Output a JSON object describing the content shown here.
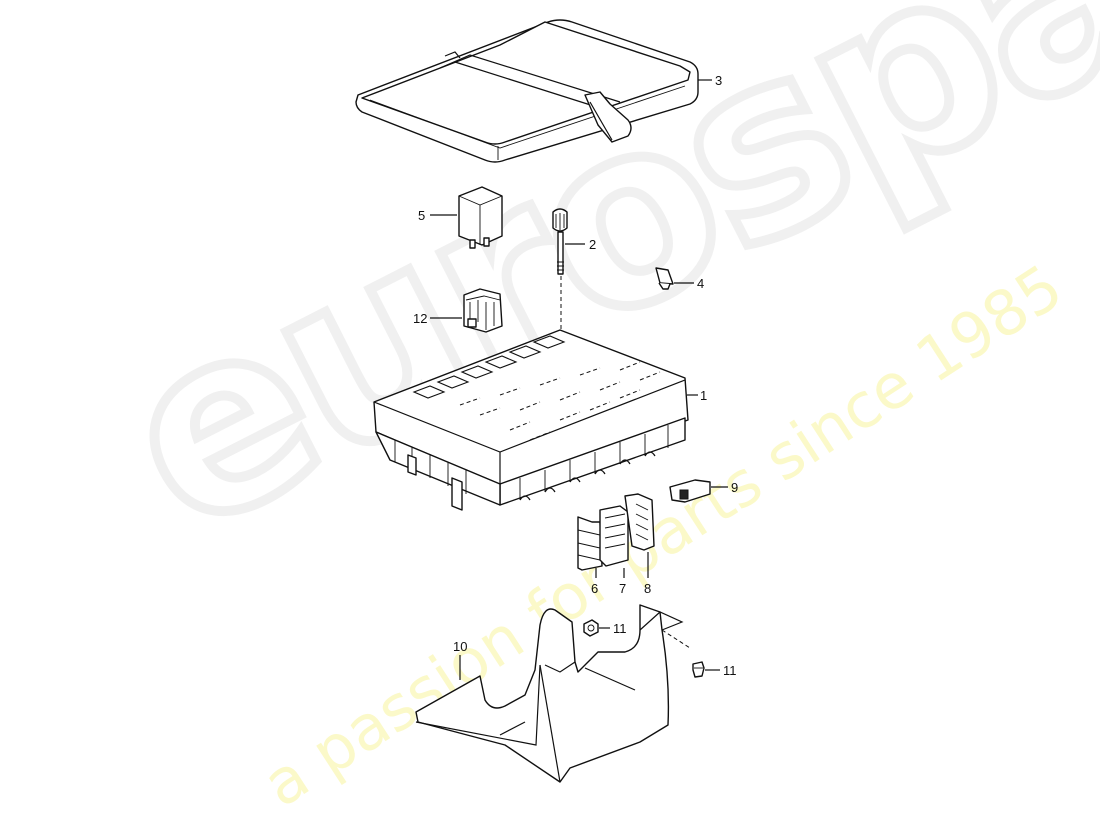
{
  "diagram": {
    "type": "exploded-parts-diagram",
    "subject": "fuse / relay box assembly",
    "watermark": {
      "logo": "eurospares",
      "tagline": "a passion for parts since 1985",
      "logo_color": "#efefef",
      "tagline_color": "#fbf9c9"
    },
    "callouts": [
      {
        "id": "1",
        "label": "1",
        "part": "central electrics / fuse-relay box"
      },
      {
        "id": "2",
        "label": "2",
        "part": "screw with knob"
      },
      {
        "id": "3",
        "label": "3",
        "part": "cover with clamp"
      },
      {
        "id": "4",
        "label": "4",
        "part": "flat fuse"
      },
      {
        "id": "5",
        "label": "5",
        "part": "relay"
      },
      {
        "id": "6",
        "label": "6",
        "part": "fuse holder cover"
      },
      {
        "id": "7",
        "label": "7",
        "part": "fuse holder insert"
      },
      {
        "id": "8",
        "label": "8",
        "part": "fuse holder frame"
      },
      {
        "id": "9",
        "label": "9",
        "part": "clip"
      },
      {
        "id": "10",
        "label": "10",
        "part": "mounting bracket / tray"
      },
      {
        "id": "11a",
        "label": "11",
        "part": "nut"
      },
      {
        "id": "11b",
        "label": "11",
        "part": "nut"
      },
      {
        "id": "12",
        "label": "12",
        "part": "relay socket"
      }
    ],
    "colors": {
      "line": "#111111",
      "background": "#ffffff"
    }
  }
}
